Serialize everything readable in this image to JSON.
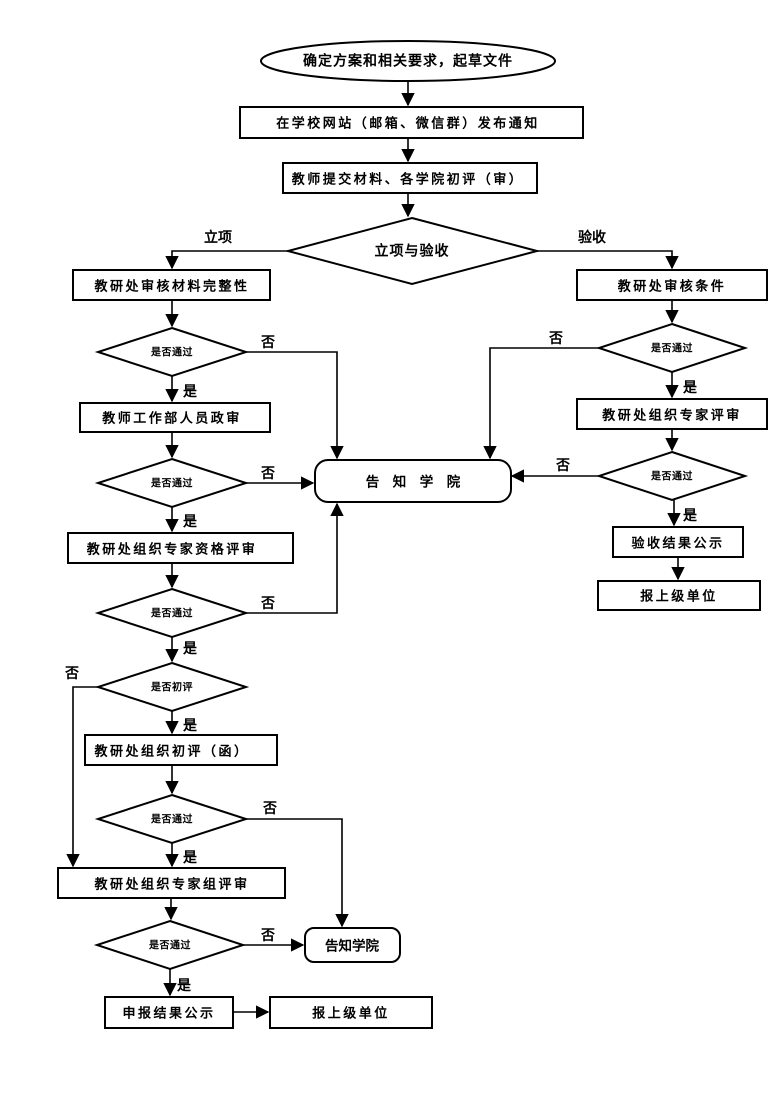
{
  "colors": {
    "background": "#ffffff",
    "line": "#000000",
    "text": "#000000"
  },
  "flow": {
    "start": "确定方案和相关要求，起草文件",
    "publish_notice": "在学校网站（邮箱、微信群）发布通知",
    "submit_materials": "教师提交材料、各学院初评（审）",
    "main_decision": "立项与验收",
    "branch_left": "立项",
    "branch_right": "验收",
    "yes": "是",
    "no": "否",
    "left": {
      "check_materials": "教研处审核材料完整性",
      "decision_pass": "是否通过",
      "political_review": "教师工作部人员政审",
      "expert_qualification_review": "教研处组织专家资格评审",
      "decision_preliminary": "是否初评",
      "preliminary_review": "教研处组织初评（函）",
      "expert_group_review": "教研处组织专家组评审",
      "result_publicity": "申报结果公示",
      "report_superior": "报上级单位"
    },
    "right": {
      "check_conditions": "教研处审核条件",
      "decision_pass": "是否通过",
      "expert_review": "教研处组织专家评审",
      "acceptance_publicity": "验收结果公示",
      "report_superior": "报上级单位"
    },
    "notify_college_center": "告　知　学　院",
    "notify_college_small": "告知学院"
  }
}
